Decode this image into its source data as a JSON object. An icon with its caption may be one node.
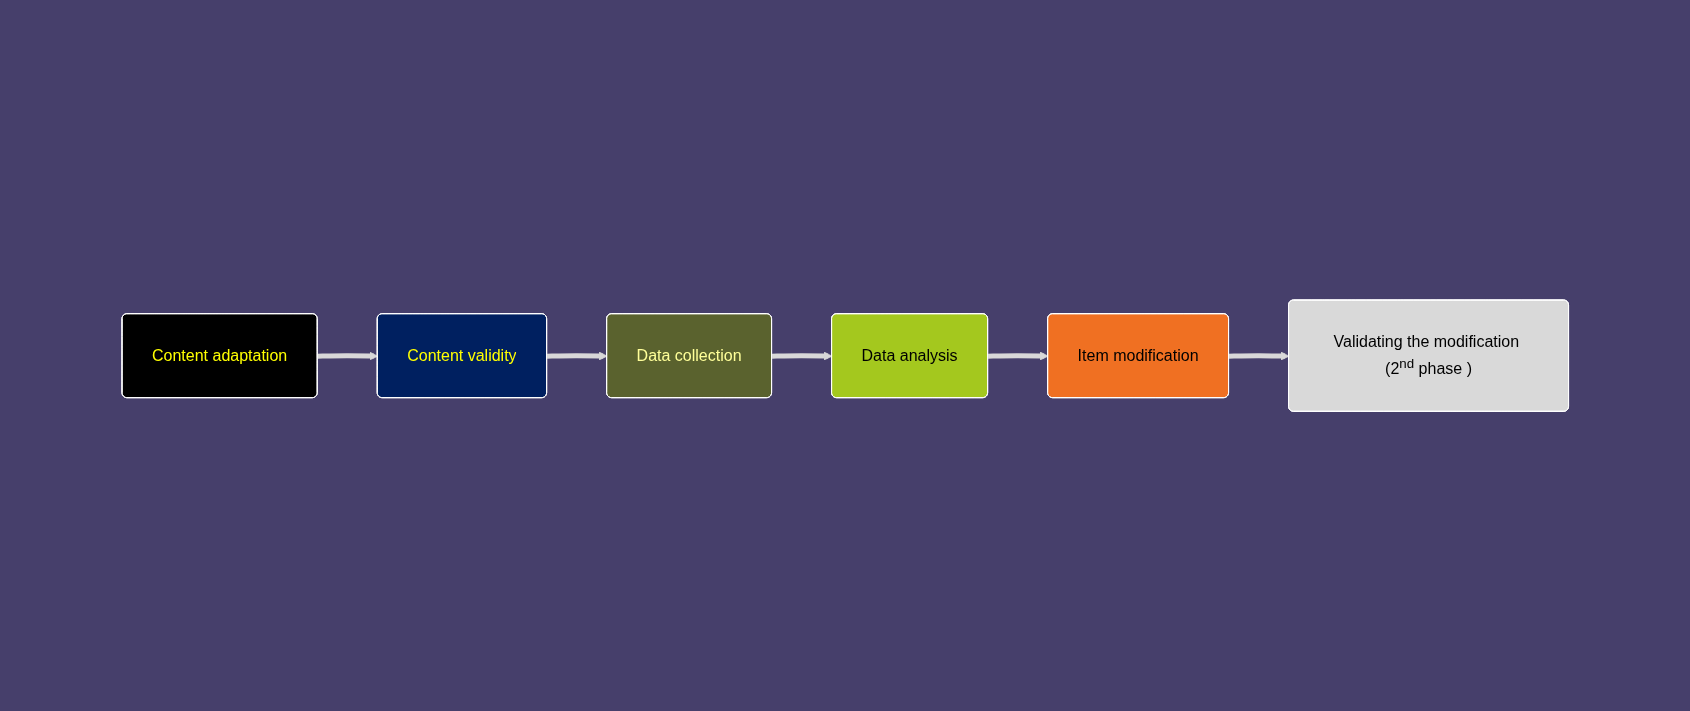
{
  "diagram": {
    "nodes": [
      {
        "text": [
          "Content adaptation"
        ]
      },
      {
        "text": [
          "Content validity"
        ]
      },
      {
        "text": [
          "Data collection"
        ]
      },
      {
        "text": [
          "Data analysis"
        ]
      },
      {
        "text": [
          "Item modification"
        ]
      },
      {
        "text": [
          "Validating the modification (2$^{nd}$ phase )"
        ]
      }
    ],
    "edges": [
      {
        "from": 0,
        "to": 1,
        "arrow": "to"
      },
      {
        "from": 1,
        "to": 2,
        "arrow": "to"
      },
      {
        "from": 2,
        "to": 3,
        "arrow": "to"
      },
      {
        "from": 3,
        "to": 4,
        "arrow": "to"
      },
      {
        "from": 4,
        "to": 5,
        "arrow": "to"
      }
    ]
  }
}
